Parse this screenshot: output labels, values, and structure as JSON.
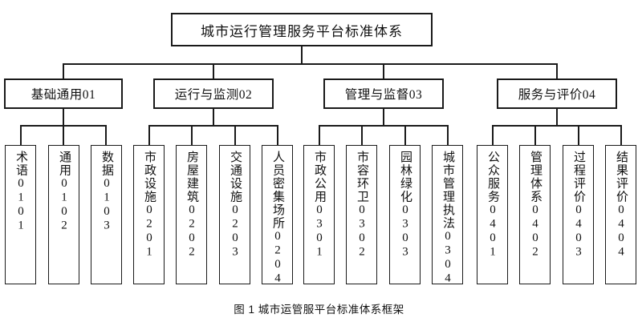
{
  "figure": {
    "caption": "图 1 城市运管服平台标准体系框架",
    "root": {
      "label": "城市运行管理服务平台标准体系"
    },
    "colors": {
      "line": "#1a1a1a",
      "text": "#111111",
      "background": "#ffffff"
    },
    "branches": [
      {
        "label": "基础通用01",
        "children": [
          {
            "label": "术语0101"
          },
          {
            "label": "通用0102"
          },
          {
            "label": "数据0103"
          }
        ]
      },
      {
        "label": "运行与监测02",
        "children": [
          {
            "label": "市政设施0201"
          },
          {
            "label": "房屋建筑0202"
          },
          {
            "label": "交通设施0203"
          },
          {
            "label": "人员密集场所0204"
          }
        ]
      },
      {
        "label": "管理与监督03",
        "children": [
          {
            "label": "市政公用0301"
          },
          {
            "label": "市容环卫0302"
          },
          {
            "label": "园林绿化0303"
          },
          {
            "label": "城市管理执法0304"
          }
        ]
      },
      {
        "label": "服务与评价04",
        "children": [
          {
            "label": "公众服务0401"
          },
          {
            "label": "管理体系0402"
          },
          {
            "label": "过程评价0403"
          },
          {
            "label": "结果评价0404"
          }
        ]
      }
    ]
  }
}
